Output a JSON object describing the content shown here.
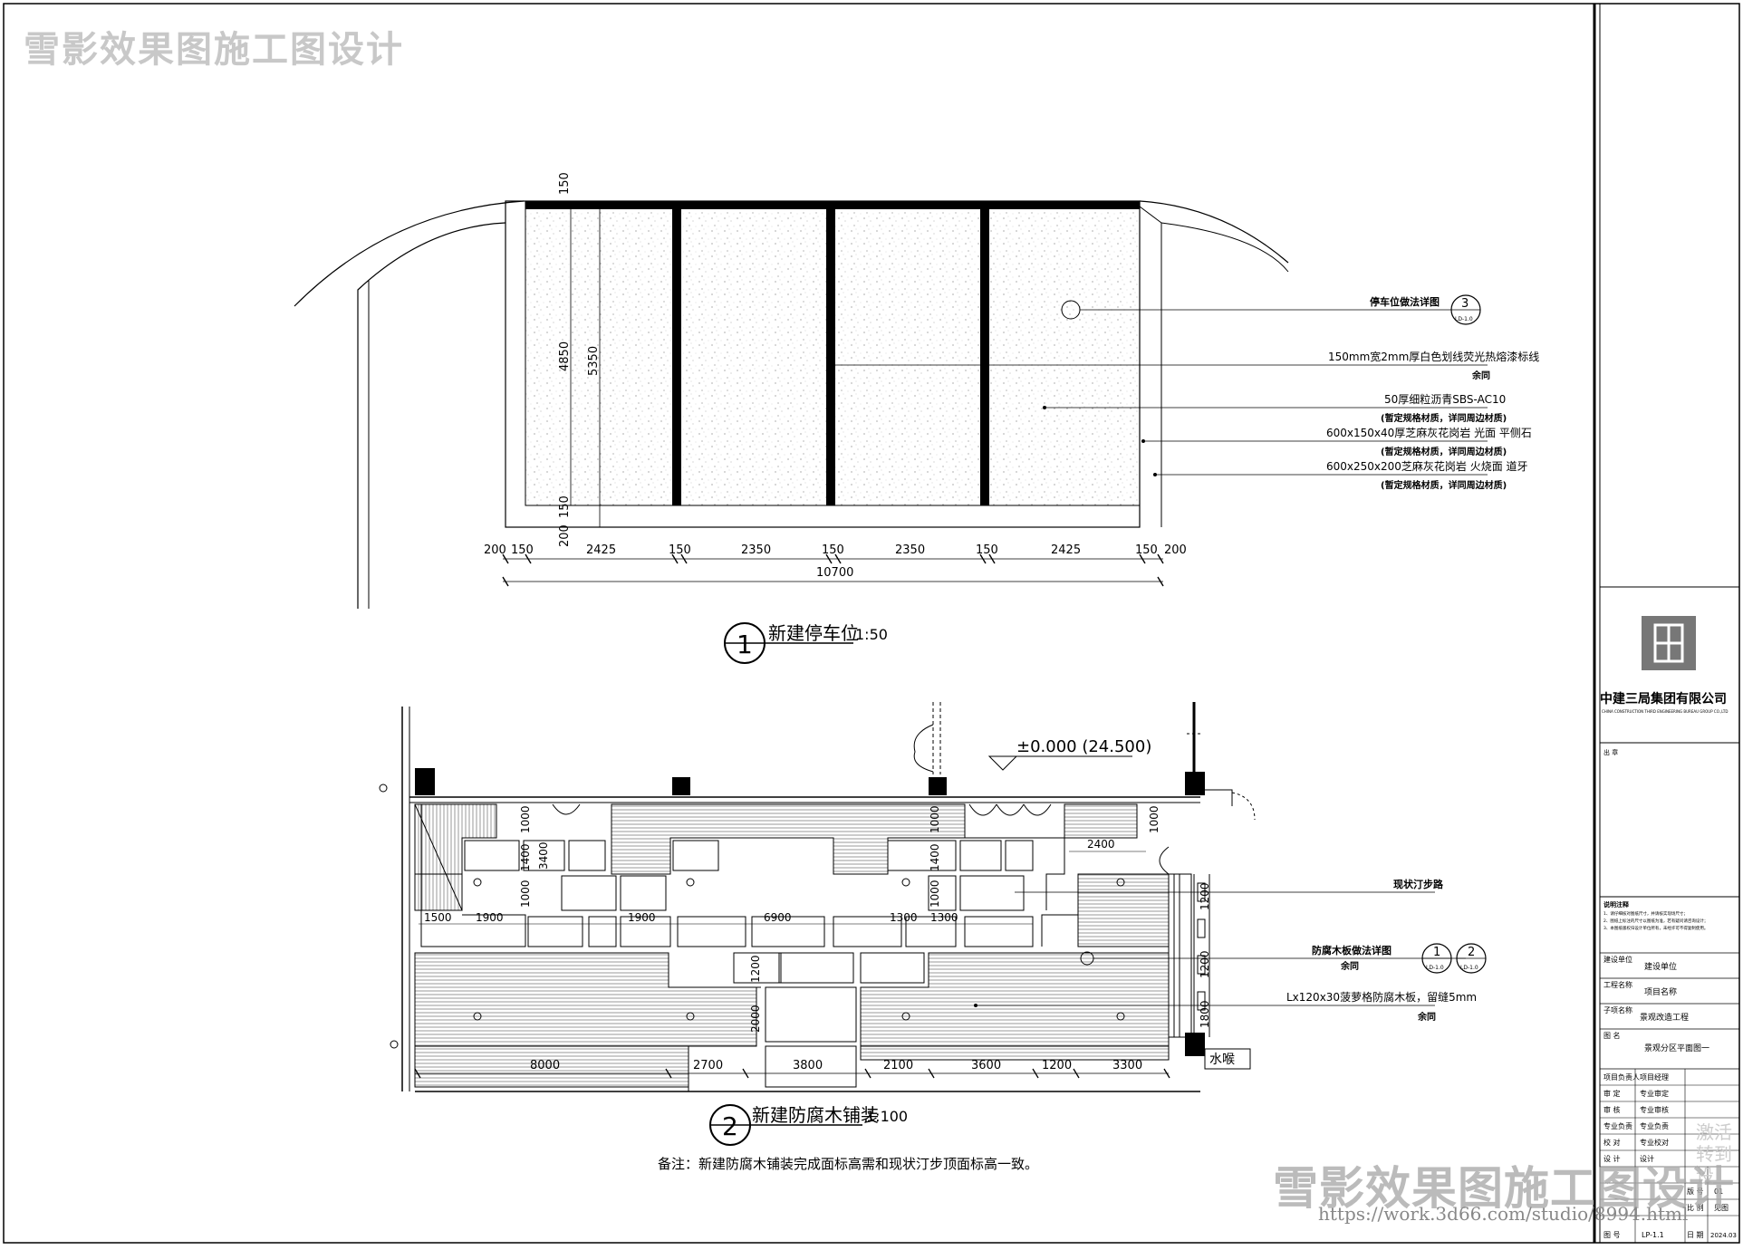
{
  "watermark": {
    "top": "雪影效果图施工图设计",
    "bottom": "雪影效果图施工图设计",
    "url": "https://work.3d66.com/studio/8994.html",
    "activate": "激活",
    "activate_sub": "转到设"
  },
  "drawing1": {
    "number": "1",
    "title": "新建停车位",
    "scale": "1:50",
    "dims_bottom": [
      "200",
      "150",
      "2425",
      "150",
      "2350",
      "150",
      "2350",
      "150",
      "2425",
      "150",
      "200"
    ],
    "total_width": "10700",
    "dims_left": [
      "150",
      "4850",
      "5350",
      "150",
      "200"
    ],
    "callouts": [
      {
        "line1": "停车位做法详图",
        "ref_num": "3",
        "ref_sheet": "LD-1.0"
      },
      {
        "line1": "150mm宽2mm厚白色划线荧光热熔漆标线",
        "line2": "余同"
      },
      {
        "line1": "50厚细粒沥青SBS-AC10",
        "line2": "(暂定规格材质，详同周边材质)"
      },
      {
        "line1": "600x150x40厚芝麻灰花岗岩  光面  平侧石",
        "line2": "(暂定规格材质，详同周边材质)"
      },
      {
        "line1": "600x250x200芝麻灰花岗岩  火烧面  道牙",
        "line2": "(暂定规格材质，详同周边材质)"
      }
    ]
  },
  "drawing2": {
    "number": "2",
    "title": "新建防腐木铺装",
    "scale": "1:100",
    "elevation": "±0.000 (24.500)",
    "dims_inner": [
      "1000",
      "1400",
      "3400",
      "1000",
      "1500",
      "1900",
      "1900",
      "6900",
      "1300",
      "1300",
      "1000",
      "1400",
      "1000",
      "2400",
      "1000",
      "1200",
      "2000",
      "1200",
      "1200",
      "1800"
    ],
    "dims_bottom": [
      "8000",
      "2700",
      "3800",
      "2100",
      "3600",
      "1200",
      "3300"
    ],
    "water_label": "水喉",
    "callouts": [
      {
        "line1": "现状汀步路"
      },
      {
        "line1": "防腐木板做法详图",
        "line2": "余同",
        "ref1_num": "1",
        "ref1_sheet": "LD-1.0",
        "ref2_num": "2",
        "ref2_sheet": "LD-1.0"
      },
      {
        "line1": "Lx120x30菠萝格防腐木板，留缝5mm",
        "line2": "余同"
      }
    ],
    "note": "备注：新建防腐木铺装完成面标高需和现状汀步顶面标高一致。"
  },
  "title_block": {
    "company": "中建三局集团有限公司",
    "company_en": "CHINA CONSTRUCTION THIRD ENGINEERING BUREAU GROUP CO.,LTD",
    "seal_label": "出  章",
    "notes_title": "说明注释",
    "notes": [
      "1、请仔细核对图纸尺寸，并请核实现场尺寸；",
      "2、图纸上标注的尺寸以图纸为准，若有疑问请咨询设计；",
      "3、本图纸版权归设计单位所有，未经许可不得复制使用。"
    ],
    "rows": [
      {
        "label": "建设单位",
        "value": "建设单位"
      },
      {
        "label": "工程名称",
        "value": "项目名称"
      },
      {
        "label": "子项名称",
        "value": "景观改造工程"
      },
      {
        "label": "图  名",
        "value": "景观分区平面图一"
      }
    ],
    "signs": [
      {
        "label": "项目负责人",
        "value": "项目经理"
      },
      {
        "label": "审  定",
        "value": "专业审定"
      },
      {
        "label": "审  核",
        "value": "专业审核"
      },
      {
        "label": "专业负责",
        "value": "专业负责"
      },
      {
        "label": "校  对",
        "value": "专业校对"
      },
      {
        "label": "设  计",
        "value": "设计"
      }
    ],
    "sheet_no_label": "图  号",
    "sheet_no": "LP-1.1",
    "date_label": "日  期",
    "date": "2024.03",
    "ratio_label": "比  例",
    "ratio": "见图",
    "version_label": "版  号",
    "version": "01"
  }
}
